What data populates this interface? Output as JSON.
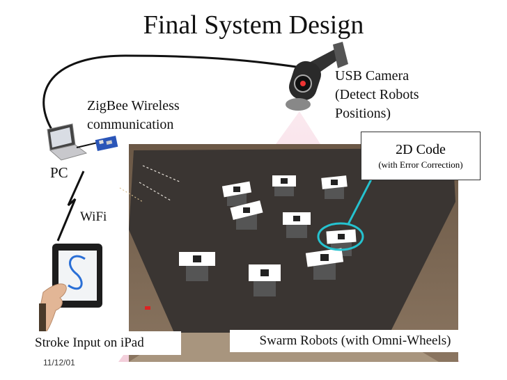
{
  "slide": {
    "title": "Final System Design",
    "date": "11/12/01"
  },
  "labels": {
    "camera_line1": "USB Camera",
    "camera_line2": "(Detect Robots",
    "camera_line3": "Positions)",
    "zigbee_line1": "ZigBee Wireless",
    "zigbee_line2": "communication",
    "pc": "PC",
    "wifi": "WiFi",
    "code_title": "2D Code",
    "code_subtitle": "(with Error Correction)",
    "ipad": "Stroke Input on iPad",
    "robots": "Swarm Robots (with Omni-Wheels)"
  },
  "colors": {
    "connector_line": "#111111",
    "highlight": "#25c2cf",
    "camera_view": "#f7d6e2",
    "table_surface": "#3a3532",
    "robot_marker": "#ffffff"
  },
  "icons": [
    "usb-camera-icon",
    "laptop-icon",
    "zigbee-module-icon",
    "ipad-icon",
    "hand-icon",
    "robot-icon",
    "lightning-icon"
  ]
}
